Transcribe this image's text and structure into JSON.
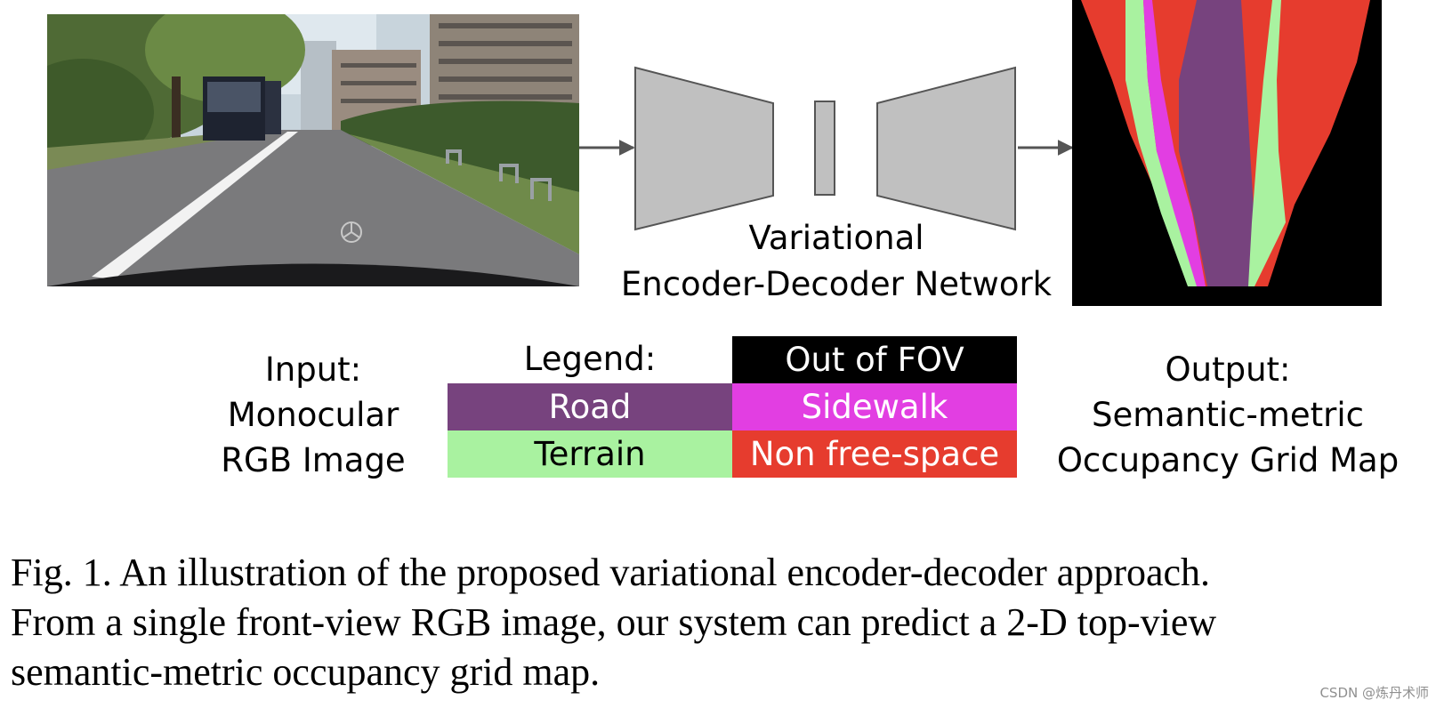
{
  "network": {
    "label_line1": "Variational",
    "label_line2": "Encoder-Decoder Network"
  },
  "input": {
    "line1": "Input:",
    "line2": "Monocular",
    "line3": "RGB Image"
  },
  "output": {
    "line1": "Output:",
    "line2": "Semantic-metric",
    "line3": "Occupancy Grid Map"
  },
  "legend": {
    "title": "Legend:",
    "entries": [
      {
        "label": "Out of FOV",
        "color": "#000000"
      },
      {
        "label": "Road",
        "color": "#77437e"
      },
      {
        "label": "Sidewalk",
        "color": "#e23ee2"
      },
      {
        "label": "Terrain",
        "color": "#a9f2a0"
      },
      {
        "label": "Non free-space",
        "color": "#e63c2e"
      }
    ]
  },
  "caption": {
    "line1": "Fig. 1.  An illustration of the proposed variational encoder-decoder approach.",
    "line2": "From a single front-view RGB image, our system can predict a 2-D top-view",
    "line3": "semantic-metric occupancy grid map."
  },
  "watermark": "CSDN @炼丹术师"
}
